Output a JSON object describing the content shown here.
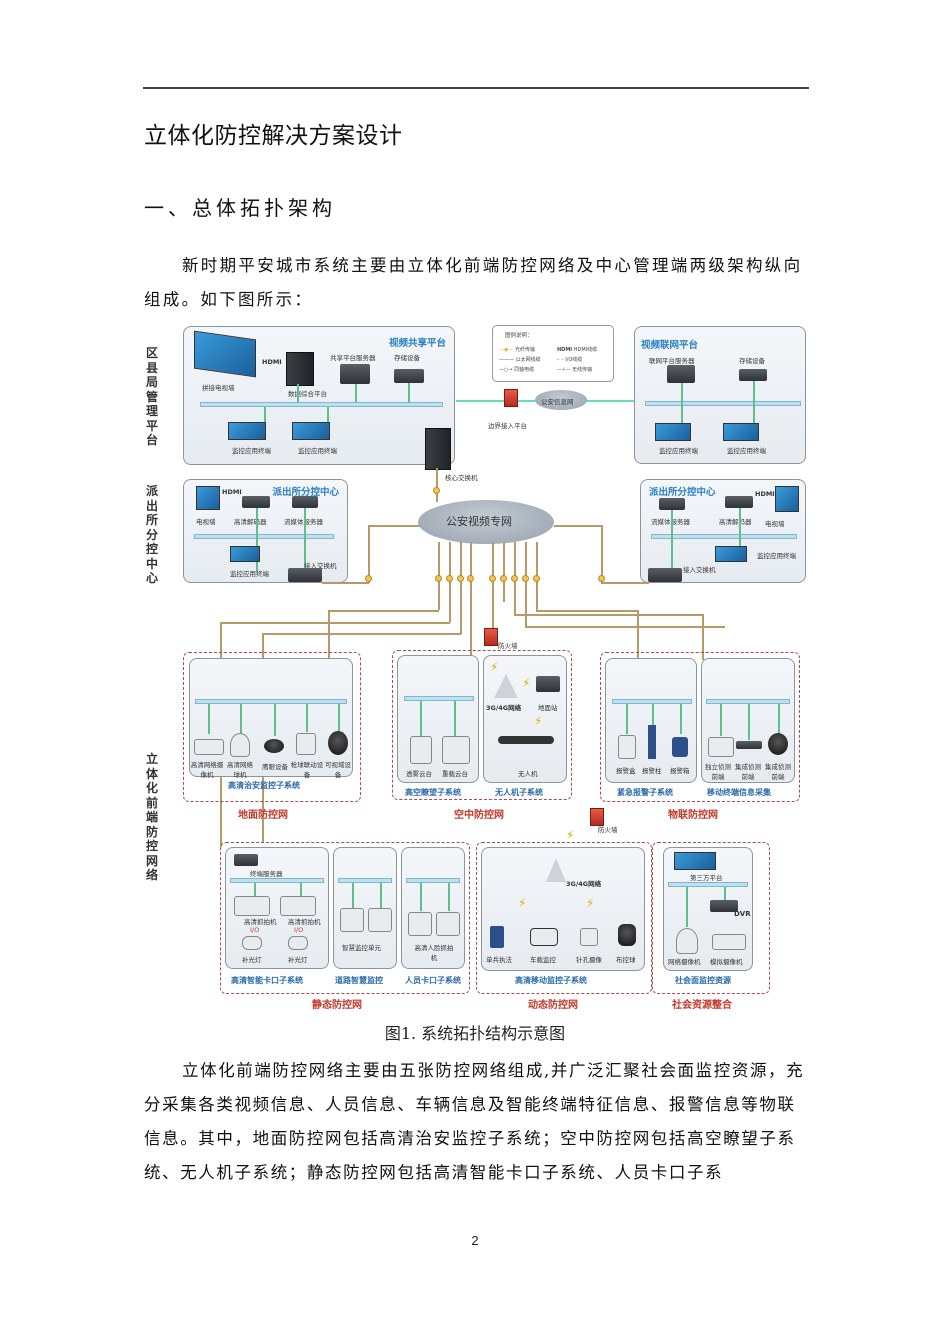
{
  "doc": {
    "title": "立体化防控解决方案设计",
    "section_title": "一、总体拓扑架构",
    "intro_paragraph": "新时期平安城市系统主要由立体化前端防控网络及中心管理端两级架构纵向组成。如下图所示：",
    "figure_caption": "图1. 系统拓扑结构示意图",
    "body_paragraph": "立体化前端防控网络主要由五张防控网络组成,并广泛汇聚社会面监控资源，充分采集各类视频信息、人员信息、车辆信息及智能终端特征信息、报警信息等物联信息。其中，地面防控网包括高清治安监控子系统；空中防控网包括高空瞭望子系统、无人机子系统；静态防控网包括高清智能卡口子系统、人员卡口子系",
    "page_number": "2"
  },
  "diagram": {
    "tiers": {
      "district": "区县局管理平台",
      "police_station": "派出所分控中心",
      "frontend": "立体化前端防控网络"
    },
    "legend": {
      "title": "图例说明：",
      "items": [
        "光纤传输",
        "以太网线缆",
        "同轴电缆",
        "HDMI线缆",
        "I/O线缆",
        "无线传输"
      ],
      "hdmi_tag": "HDMI"
    },
    "video_share_platform": {
      "title": "视频共享平台",
      "devices": [
        "拼接电视墙",
        "数据综合平台",
        "共享平台服务器",
        "存储设备",
        "监控应用终端",
        "监控应用终端"
      ],
      "hdmi": "HDMI"
    },
    "video_network_platform": {
      "title": "视频联网平台",
      "devices": [
        "联网平台服务器",
        "存储设备",
        "监控应用终端",
        "监控应用终端"
      ]
    },
    "core": {
      "core_switch": "核心交换机",
      "boundary_platform": "边界接入平台",
      "public_net": "公安信息网",
      "video_private_net": "公安视频专网"
    },
    "station_left": {
      "title": "派出所分控中心",
      "devices": [
        "电视墙",
        "高清解码器",
        "流媒体服务器",
        "监控应用终端",
        "接入交换机"
      ],
      "hdmi": "HDMI"
    },
    "station_right": {
      "title": "派出所分控中心",
      "devices": [
        "流媒体服务器",
        "高清解码器",
        "电视墙",
        "监控应用终端",
        "接入交换机"
      ],
      "hdmi": "HDMI"
    },
    "ground_net": {
      "name": "地面防控网",
      "subsystem": "高清治安监控子系统",
      "devices": [
        "高清网络摄像机",
        "高清网络球机",
        "鹰眼设备",
        "枪球联动设备",
        "可视域设备"
      ]
    },
    "air_net": {
      "name": "空中防控网",
      "firewall": "防火墙",
      "lookout": {
        "subsystem": "高空瞭望子系统",
        "devices": [
          "透雾云台",
          "重载云台"
        ]
      },
      "uav": {
        "subsystem": "无人机子系统",
        "devices": [
          "3G/4G网络",
          "地面站",
          "无人机"
        ]
      }
    },
    "iot_net": {
      "name": "物联防控网",
      "alarm": {
        "subsystem": "紧急报警子系统",
        "devices": [
          "报警盒",
          "报警柱",
          "报警箱"
        ]
      },
      "mobile": {
        "subsystem": "移动终端信息采集",
        "devices": [
          "独立侦测前端",
          "集成侦测前端",
          "集成侦测前端"
        ]
      }
    },
    "static_net": {
      "name": "静态防控网",
      "checkpoint": {
        "subsystem": "高清智能卡口子系统",
        "devices": [
          "终端服务器",
          "高清抓拍机",
          "高清抓拍机",
          "I/O",
          "I/O",
          "补光灯",
          "补光灯"
        ]
      },
      "road": {
        "subsystem": "道路智慧监控",
        "devices": [
          "智慧监控单元"
        ]
      },
      "person": {
        "subsystem": "人员卡口子系统",
        "devices": [
          "高清人脸抓拍机"
        ]
      }
    },
    "dynamic_net": {
      "name": "动态防控网",
      "firewall": "防火墙",
      "subsystem": "高清移动监控子系统",
      "devices": [
        "3G/4G网络",
        "单兵执法",
        "车载监控",
        "针孔摄像",
        "布控球"
      ]
    },
    "social": {
      "name": "社会资源整合",
      "subsystem": "社会面监控资源",
      "devices": [
        "第三方平台",
        "DVR",
        "网络摄像机",
        "模拟摄像机"
      ]
    }
  }
}
